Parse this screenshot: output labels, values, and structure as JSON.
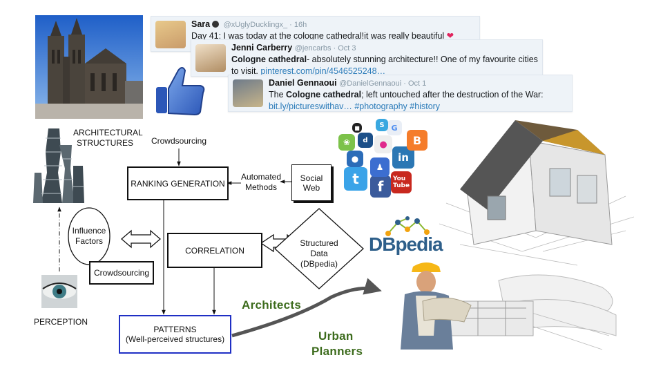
{
  "tweets": [
    {
      "name": "Sara",
      "handle": "@xUglyDucklingx_",
      "time": "16h",
      "text": "Day 41: I was today at the cologne cathedral!it was really beautiful"
    },
    {
      "name": "Jenni Carberry",
      "handle": "@jencarbs",
      "time": "Oct 3",
      "text_bold": "Cologne cathedral",
      "text": "- absolutely stunning architecture!!  One of my favourite cities to visit.",
      "link": "pinterest.com/pin/4546525248…"
    },
    {
      "name": "Daniel Gennaoui",
      "handle": "@DanielGennaoui",
      "time": "Oct 1",
      "text_pre": "The",
      "text_bold": "Cologne cathedral",
      "text": "; left untouched after the destruction of the War:",
      "link": "bit.ly/pictureswithav…",
      "tags": "#photography #history"
    }
  ],
  "diagram": {
    "architectural_structures": "ARCHITECTURAL STRUCTURES",
    "crowdsourcing_top": "Crowdsourcing",
    "ranking_generation": "RANKING GENERATION",
    "automated_methods": "Automated Methods",
    "social_web": "Social Web",
    "influence_factors": "Influence Factors",
    "crowdsourcing_bottom": "Crowdsourcing",
    "correlation": "CORRELATION",
    "structured_data": "Structured Data (DBpedia)",
    "dbpedia_logo": "DBpedia",
    "perception": "PERCEPTION",
    "patterns_title": "PATTERNS",
    "patterns_sub": "(Well-perceived structures)",
    "architects": "Architects",
    "urban": "Urban",
    "planners": "Planners"
  },
  "social_icons": [
    "twitter-icon",
    "facebook-icon",
    "linkedin-icon",
    "blogger-icon",
    "youtube-icon",
    "myspace-icon",
    "flickr-icon",
    "google-icon",
    "evernote-icon",
    "delicious-icon"
  ],
  "colors": {
    "patterns_border": "#1f2fc4",
    "urban_text": "#3c6b1c",
    "tweet_bg": "#eef3f8",
    "link": "#2b7bb9"
  }
}
